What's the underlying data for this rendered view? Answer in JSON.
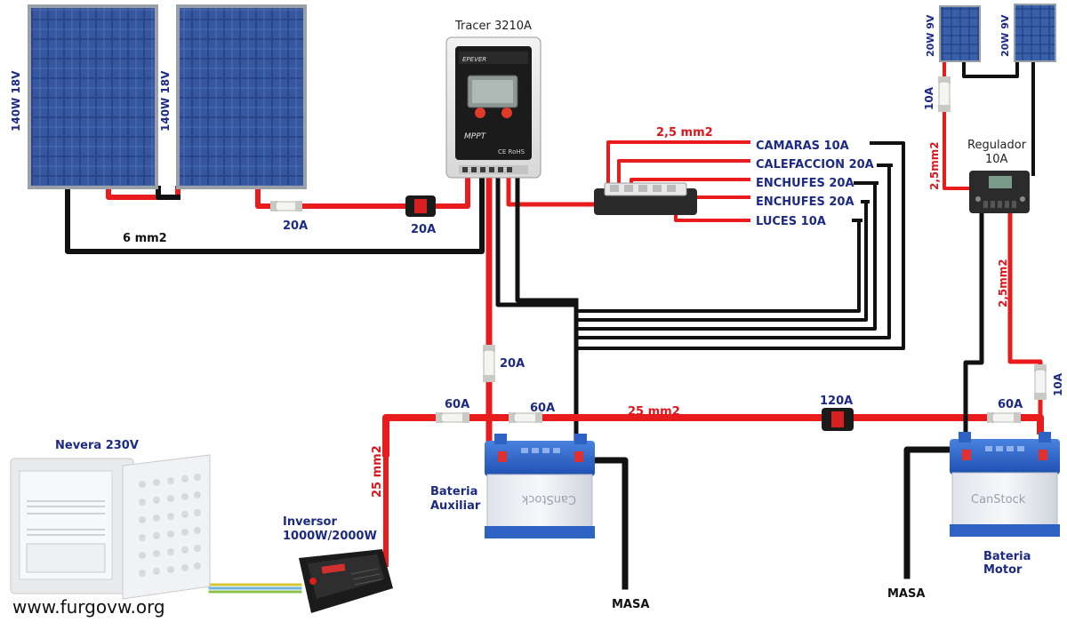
{
  "colors": {
    "positive": "#e81c1c",
    "negative": "#111111",
    "label_blue": "#1c2a86",
    "label_red": "#e0141c",
    "panel_cell": "#2b4a8c",
    "battery_blue": "#2e63c4"
  },
  "solar_main": [
    {
      "label": "140W 18V"
    },
    {
      "label": "140W 18V"
    }
  ],
  "solar_aux": [
    {
      "label": "20W 9V"
    },
    {
      "label": "20W 9V"
    }
  ],
  "controller": {
    "title": "Tracer 3210A",
    "brand": "EPEVER",
    "mppt": "MPPT",
    "ce": "CE RoHS"
  },
  "regulator": {
    "line1": "Regulador",
    "line2": "10A"
  },
  "fuse_block": {
    "wire_label": "2,5 mm2",
    "circuits": [
      {
        "label": "CAMARAS 10A"
      },
      {
        "label": "CALEFACCION 20A"
      },
      {
        "label": "ENCHUFES 20A"
      },
      {
        "label": "ENCHUFES 20A"
      },
      {
        "label": "LUCES 10A"
      }
    ]
  },
  "wire_labels": {
    "panel_neg": "6 mm2",
    "main_bus": "25 mm2",
    "inverter_feed": "25 mm2",
    "aux_panel_to_reg": "2,5mm2",
    "reg_to_battery": "2,5mm2"
  },
  "fuses": {
    "panel_inline": "20A",
    "panel_breaker": "20A",
    "controller_batt": "20A",
    "inverter": "60A",
    "aux_battery": "60A",
    "main_breaker": "120A",
    "motor_battery": "60A",
    "aux_panel": "10A",
    "regulator_out": "10A"
  },
  "batteries": {
    "aux": {
      "line1": "Bateria",
      "line2": "Auxiliar",
      "watermark": "CanStock"
    },
    "motor": {
      "line1": "Bateria",
      "line2": "Motor",
      "watermark": "CanStock"
    }
  },
  "ground_labels": {
    "aux": "MASA",
    "motor": "MASA"
  },
  "fridge": {
    "label": "Nevera 230V"
  },
  "inverter": {
    "line1": "Inversor",
    "line2": "1000W/2000W"
  },
  "website": "www.furgovw.org"
}
